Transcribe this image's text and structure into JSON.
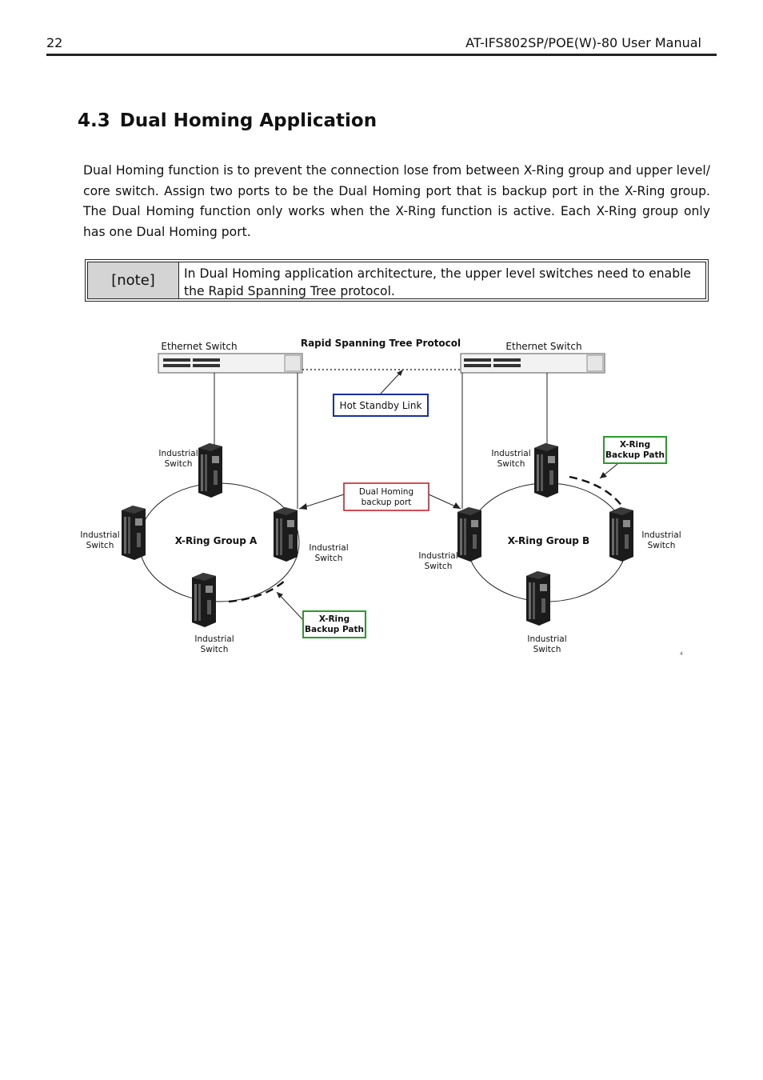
{
  "header": {
    "page_number": "22",
    "running_title": "AT-IFS802SP/POE(W)-80 User Manual"
  },
  "section": {
    "number": "4.3",
    "title": "Dual Homing Application"
  },
  "body": {
    "paragraph": "Dual Homing function is to prevent the connection lose from between X-Ring group and upper level/ core switch. Assign two ports to be the Dual Homing port that is backup port in the X-Ring group. The Dual Homing function only works when the X-Ring function is active. Each X-Ring group only has one Dual Homing port."
  },
  "note": {
    "label": "[note]",
    "text": "In Dual Homing application architecture, the upper level switches need to enable the Rapid Spanning Tree protocol."
  },
  "diagram": {
    "rstp_label": "Rapid Spanning Tree Protocol",
    "ethernet_switch_left": "Ethernet Switch",
    "ethernet_switch_right": "Ethernet Switch",
    "hot_standby": "Hot Standby Link",
    "dual_homing_line1": "Dual Homing",
    "dual_homing_line2": "backup port",
    "group_a": "X-Ring Group A",
    "group_b": "X-Ring Group B",
    "backup_line1": "X-Ring",
    "backup_line2": "Backup Path",
    "industrial": "Industrial",
    "switch": "Switch",
    "corner_mark": "4",
    "colors": {
      "hot_standby_border": "#1a2fa0",
      "dual_homing_border": "#d0202a",
      "backup_border": "#2a9a2a"
    }
  }
}
